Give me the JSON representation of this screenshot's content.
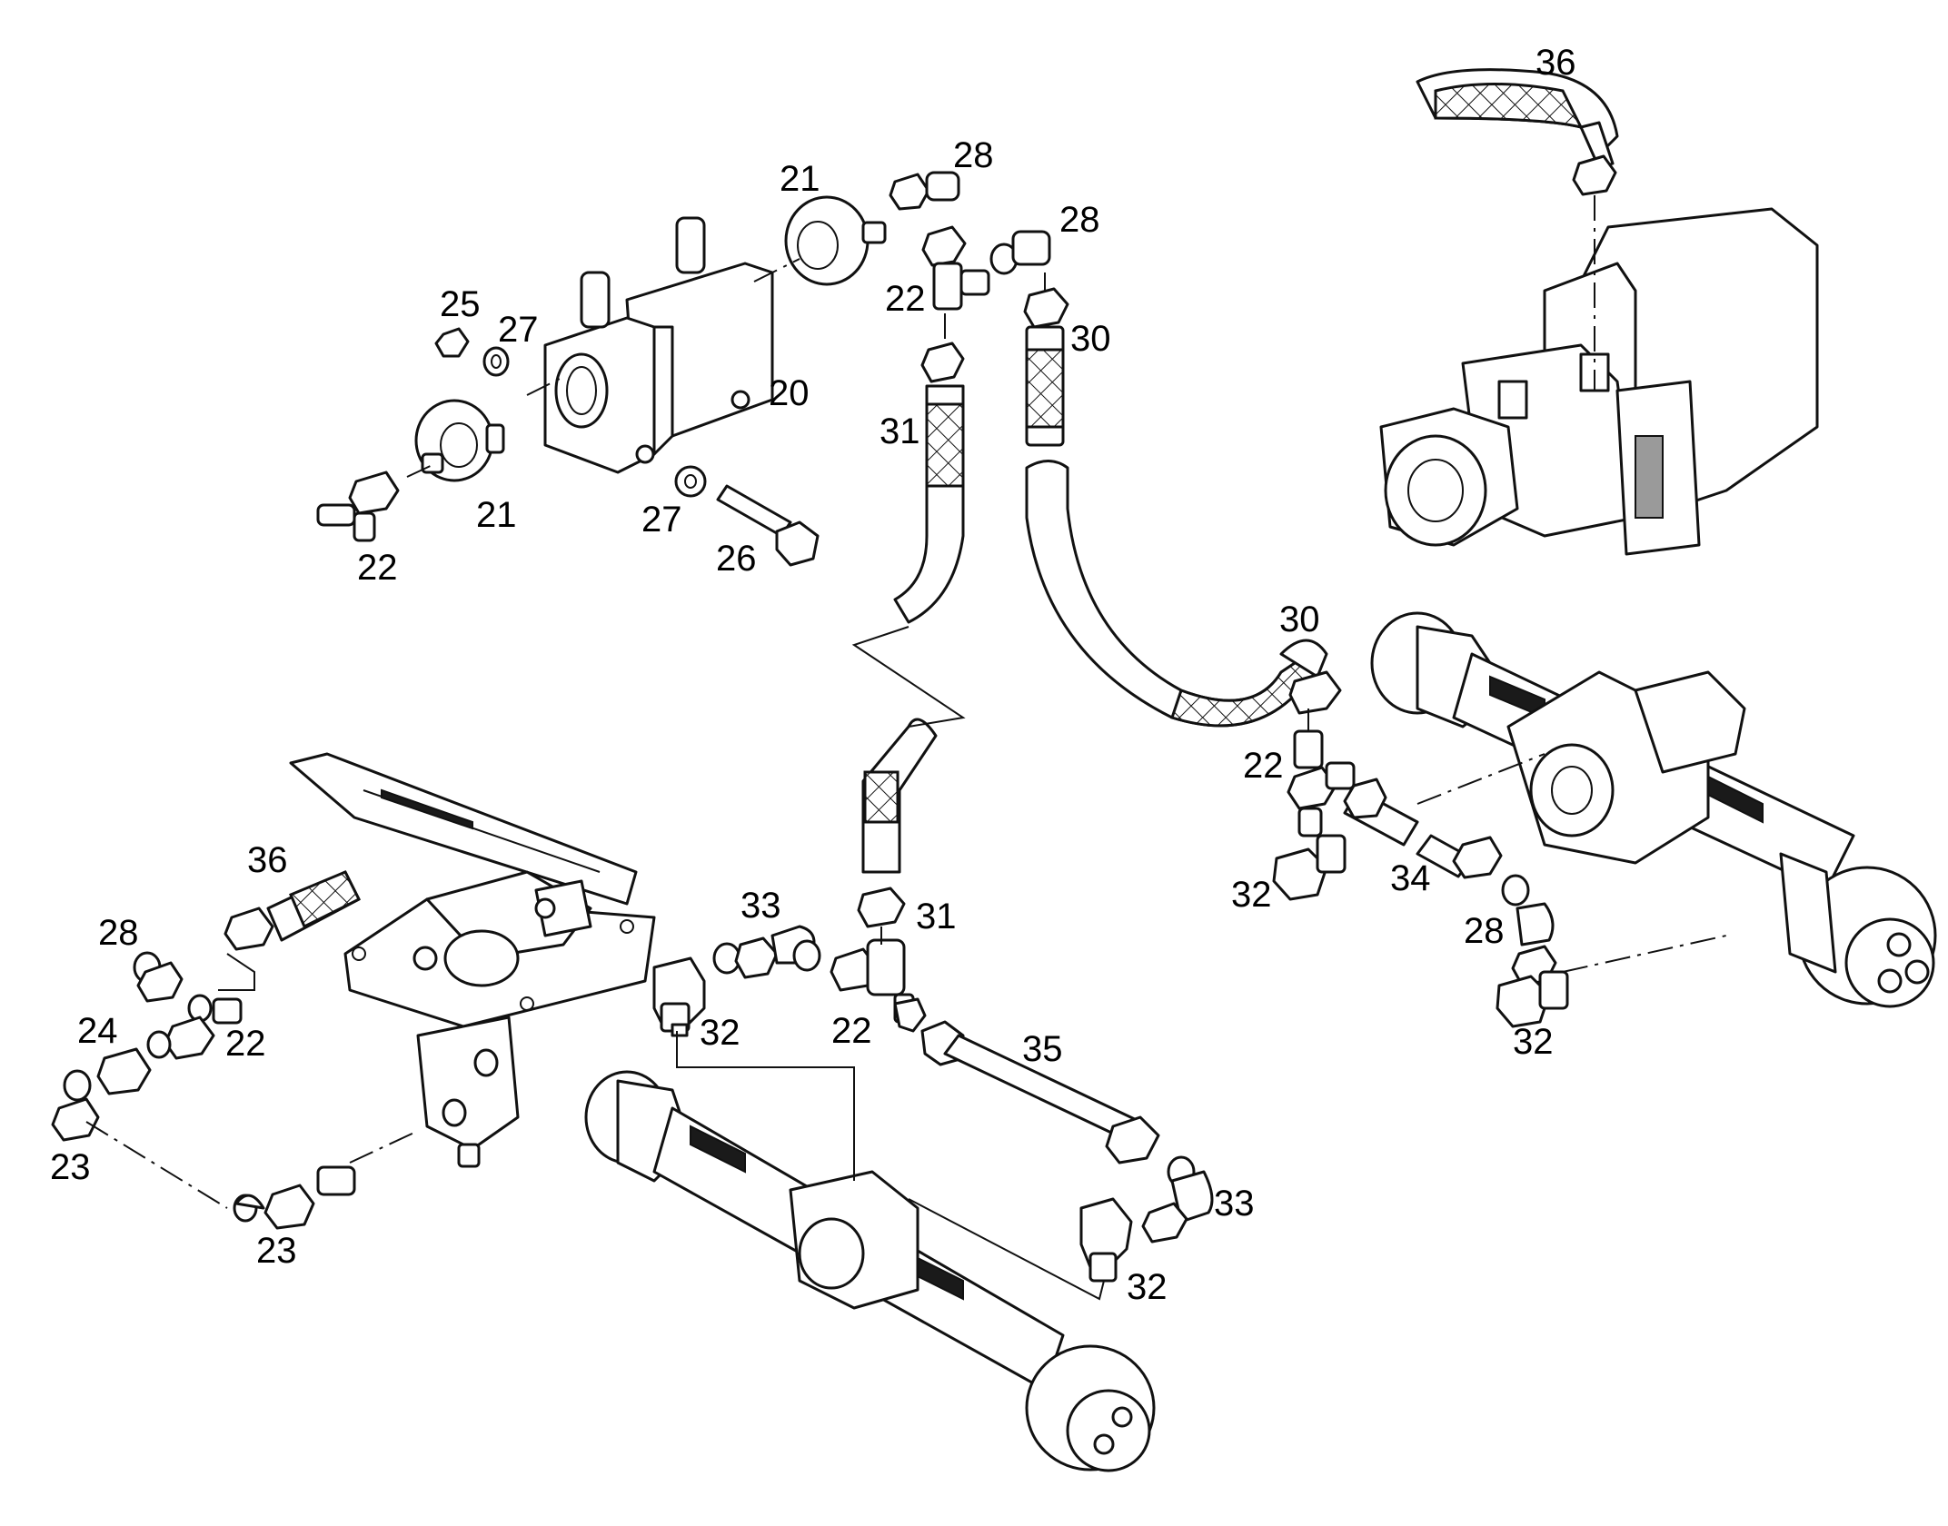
{
  "callouts": {
    "c20": "20",
    "c21_top": "21",
    "c21_left": "21",
    "c22_top": "22",
    "c22_left": "22",
    "c22_pedal": "22",
    "c22_center": "22",
    "c22_right": "22",
    "c23_a": "23",
    "c23_b": "23",
    "c24": "24",
    "c25": "25",
    "c26": "26",
    "c27_top": "27",
    "c27_bottom": "27",
    "c28_a": "28",
    "c28_b": "28",
    "c28_pedal": "28",
    "c28_right": "28",
    "c30_top": "30",
    "c30_right": "30",
    "c31_top": "31",
    "c31_bottom": "31",
    "c32_center": "32",
    "c32_axle": "32",
    "c32_right_a": "32",
    "c32_right_b": "32",
    "c33_top": "33",
    "c33_bottom": "33",
    "c34": "34",
    "c35": "35",
    "c36_top": "36",
    "c36_pedal": "36"
  }
}
